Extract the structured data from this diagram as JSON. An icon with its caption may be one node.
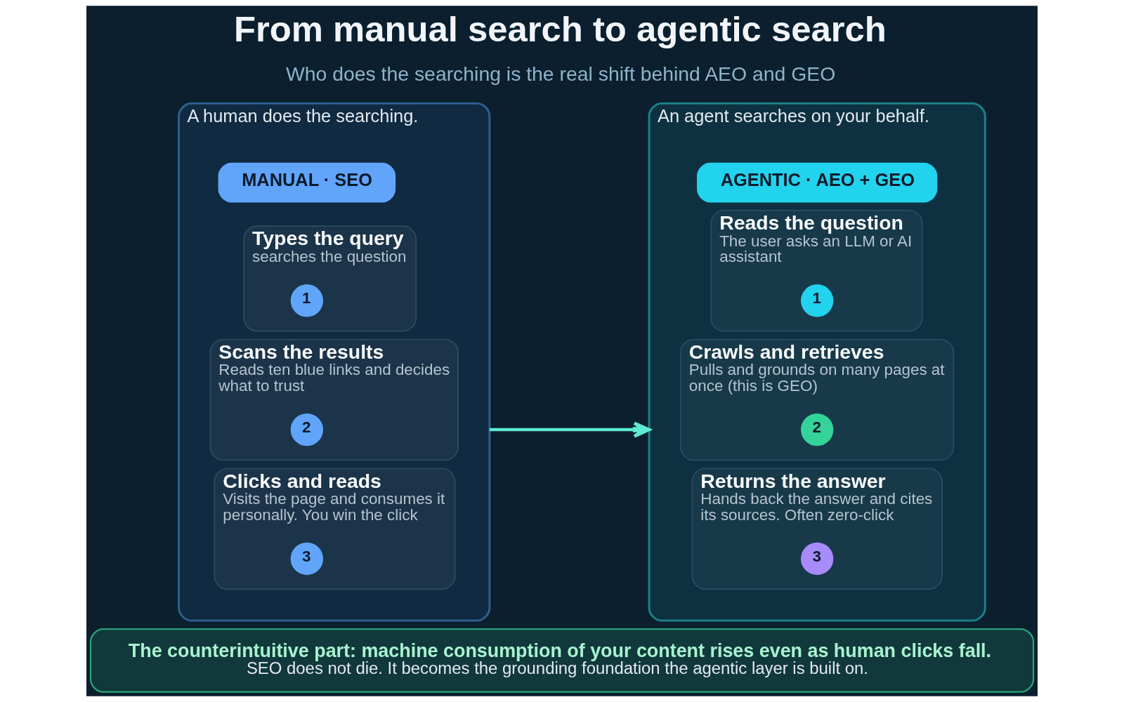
{
  "diagram": {
    "title": "From manual search to agentic search",
    "nodes": [
      {
        "text": [
          "A human does the searching."
        ]
      },
      {
        "text": [
          "MANUAL · SEO"
        ],
        "in": 0
      },
      {
        "text": [
          "Types the query",
          "searches the question"
        ],
        "in": 0
      },
      {
        "text": [
          "1"
        ],
        "in": 2
      },
      {
        "text": [
          "Scans the results",
          "Reads ten blue links and decides what to trust"
        ],
        "in": 0
      },
      {
        "text": [
          "2"
        ],
        "in": 4
      },
      {
        "text": [
          "Clicks and reads",
          "Visits the page and consumes it personally. You win the click"
        ],
        "in": 0
      },
      {
        "text": [
          "3"
        ],
        "in": 6
      },
      {
        "text": [
          "An agent searches on your behalf."
        ]
      },
      {
        "text": [
          "AGENTIC · AEO + GEO"
        ],
        "in": 8
      },
      {
        "text": [
          "Reads the question",
          "The user asks an LLM or AI assistant"
        ],
        "in": 8
      },
      {
        "text": [
          "1"
        ],
        "in": 10
      },
      {
        "text": [
          "Crawls and retrieves",
          "Pulls and grounds on many pages at once (this is GEO)"
        ],
        "in": 8
      },
      {
        "text": [
          "2"
        ],
        "in": 12
      },
      {
        "text": [
          "Returns the answer",
          "Hands back the answer and cites its sources. Often zero-click"
        ],
        "in": 8
      },
      {
        "text": [
          "3"
        ],
        "in": 14
      },
      {
        "text": [
          "The counterintuitive part: machine consumption of your content rises even as human clicks fall.",
          "SEO does not die. It becomes the grounding foundation the agentic layer is built on."
        ]
      }
    ],
    "edges": [
      {
        "from": 0,
        "to": 8,
        "arrow": "to"
      }
    ],
    "labels": [
      "Who does the searching is the real shift behind AEO and GEO"
    ]
  }
}
